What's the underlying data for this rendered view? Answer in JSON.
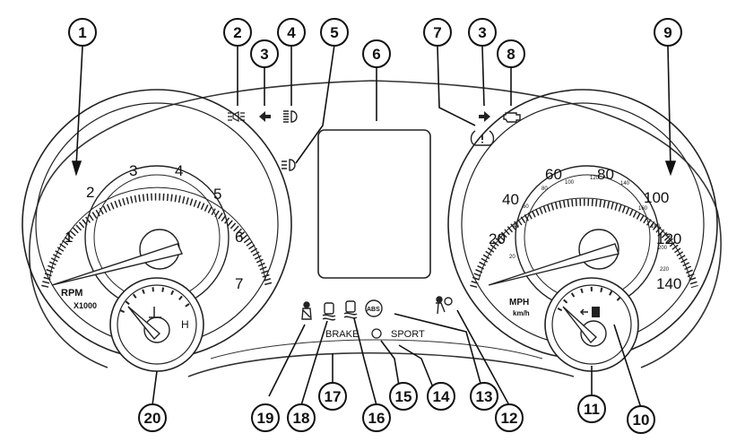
{
  "callouts": [
    {
      "label": "1"
    },
    {
      "label": "2"
    },
    {
      "label": "3"
    },
    {
      "label": "4"
    },
    {
      "label": "5"
    },
    {
      "label": "6"
    },
    {
      "label": "7"
    },
    {
      "label": "3"
    },
    {
      "label": "8"
    },
    {
      "label": "9"
    },
    {
      "label": "10"
    },
    {
      "label": "11"
    },
    {
      "label": "12"
    },
    {
      "label": "13"
    },
    {
      "label": "14"
    },
    {
      "label": "15"
    },
    {
      "label": "16"
    },
    {
      "label": "17"
    },
    {
      "label": "18"
    },
    {
      "label": "19"
    },
    {
      "label": "20"
    }
  ],
  "tachometer": {
    "ticks": [
      "1",
      "2",
      "3",
      "4",
      "5",
      "6",
      "7"
    ],
    "unit": "RPM",
    "multiplier": "X1000"
  },
  "speedometer": {
    "mph_ticks": [
      "20",
      "40",
      "60",
      "80",
      "100",
      "120",
      "140"
    ],
    "kmh_ticks": [
      "20",
      "40",
      "60",
      "80",
      "100",
      "120",
      "140",
      "160",
      "180",
      "200",
      "220"
    ],
    "unit_mph": "MPH",
    "unit_kmh": "km/h"
  },
  "temp_gauge": {
    "high_label": "H"
  },
  "indicators": {
    "brake": "BRAKE",
    "sport": "SPORT",
    "abs": "ABS"
  }
}
